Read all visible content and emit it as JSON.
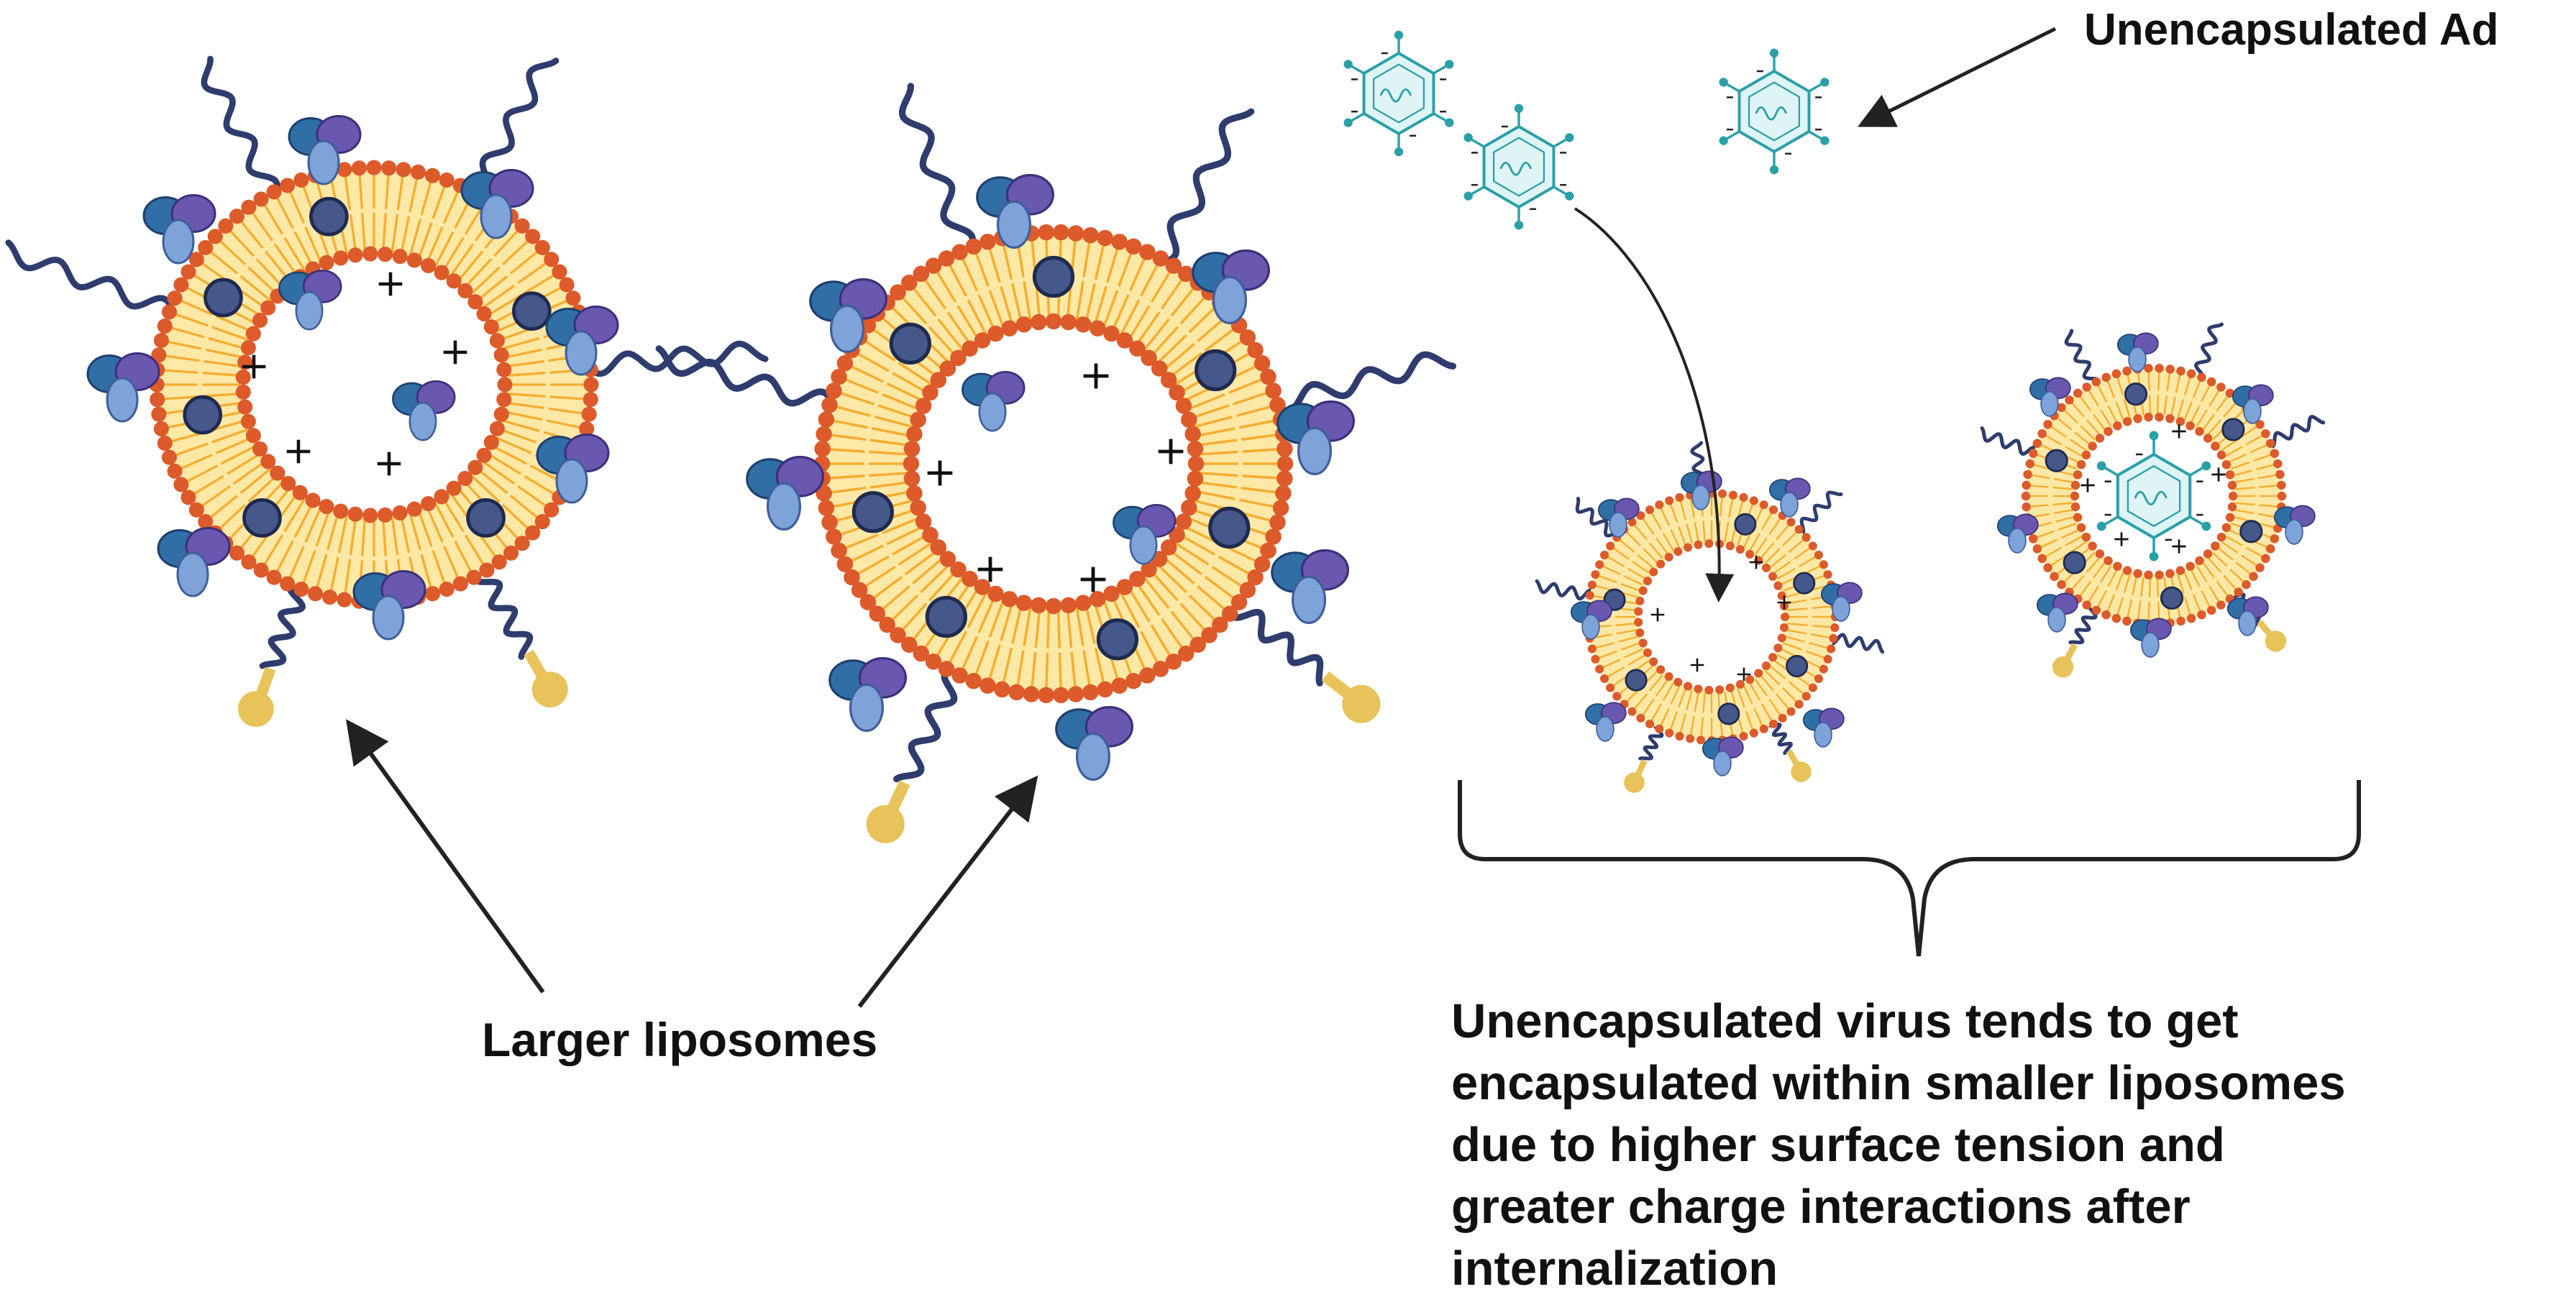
{
  "labels": {
    "unencapsulated_ad": "Unencapsulated Ad",
    "larger_liposomes": "Larger liposomes",
    "explanation_lines": [
      "Unencapsulated virus tends to get",
      "encapsulated within smaller liposomes",
      "due to higher surface tension and",
      "greater charge interactions after",
      "internalization"
    ]
  },
  "colors": {
    "head": "#dd5a2a",
    "tail": "#f6ad2e",
    "core": "#fde8a6",
    "protein": "#46588a",
    "tether": "#2e3c6e",
    "ligand": "#e8c35a",
    "ab_dark": "#2f6fa6",
    "ab_purple": "#6a57b0",
    "ab_light": "#7ea3d9",
    "virus": "#2a9fa8",
    "virus_fill": "#dff4f4",
    "arrow": "#222222"
  },
  "icons": {
    "liposome": "liposome-icon",
    "virus": "adenovirus-icon",
    "antibody": "antibody-icon",
    "peg": "peg-chain-icon",
    "ligand": "targeting-ligand-icon"
  }
}
